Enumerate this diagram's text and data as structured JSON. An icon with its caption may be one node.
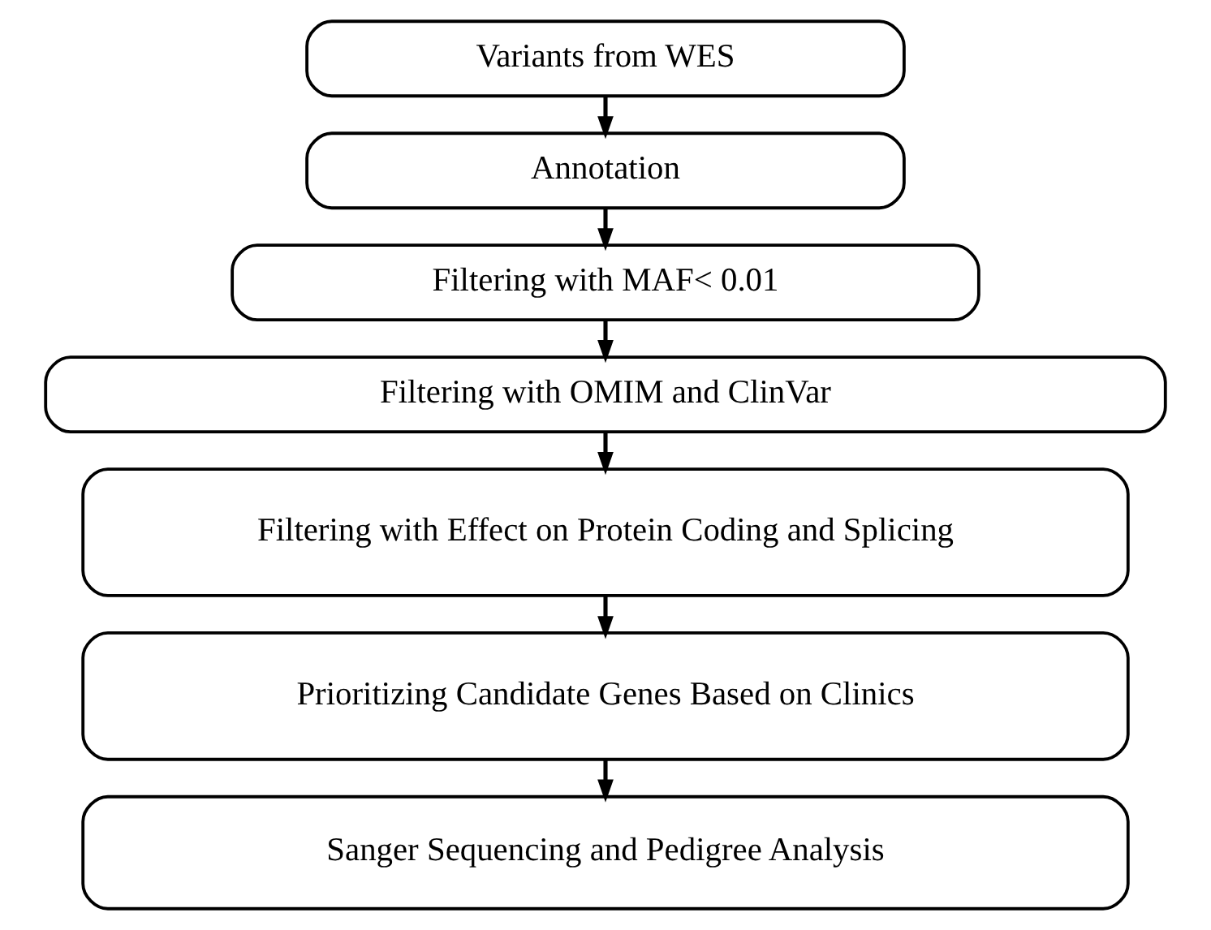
{
  "diagram": {
    "nodes": [
      {
        "text": [
          "Variants from WES"
        ]
      },
      {
        "text": [
          "Annotation"
        ]
      },
      {
        "text": [
          "Filtering with MAF< 0.01"
        ]
      },
      {
        "text": [
          "Filtering with OMIM and ClinVar"
        ]
      },
      {
        "text": [
          "Filtering with Effect on Protein Coding and Splicing"
        ]
      },
      {
        "text": [
          "Prioritizing Candidate Genes Based on Clinics"
        ]
      },
      {
        "text": [
          "Sanger Sequencing and Pedigree Analysis"
        ]
      }
    ],
    "edges": [
      {
        "from": 0,
        "to": 1,
        "arrow": "to"
      },
      {
        "from": 1,
        "to": 2,
        "arrow": "to"
      },
      {
        "from": 2,
        "to": 3,
        "arrow": "to"
      },
      {
        "from": 3,
        "to": 4,
        "arrow": "to"
      },
      {
        "from": 4,
        "to": 5,
        "arrow": "to"
      },
      {
        "from": 5,
        "to": 6,
        "arrow": "to"
      }
    ]
  }
}
